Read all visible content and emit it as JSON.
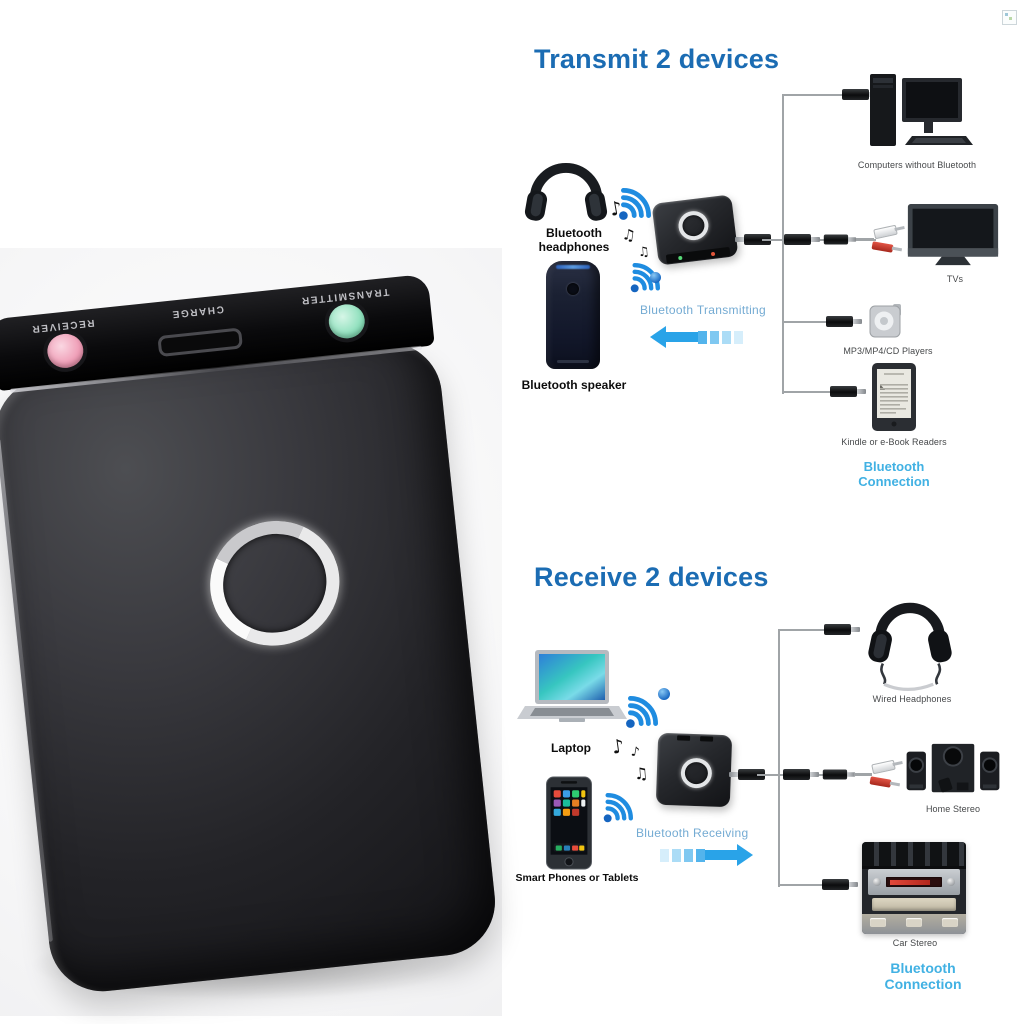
{
  "device": {
    "top_labels": {
      "receiver": "RECEIVER",
      "charge": "CHARGE",
      "transmitter": "TRANSMITTER"
    }
  },
  "transmit": {
    "title": "Transmit 2 devices",
    "sources": [
      {
        "label": "Bluetooth headphones",
        "icon": "headphones-icon"
      },
      {
        "label": "Bluetooth speaker",
        "icon": "speaker-icon"
      }
    ],
    "action_label": "Bluetooth Transmitting",
    "targets": [
      {
        "label": "Computers without Bluetooth",
        "icon": "desktop-computer-icon"
      },
      {
        "label": "TVs",
        "icon": "tv-icon"
      },
      {
        "label": "MP3/MP4/CD Players",
        "icon": "mp3-player-icon"
      },
      {
        "label": "Kindle or e-Book Readers",
        "icon": "ereader-icon"
      }
    ],
    "footer_label": "Bluetooth Connection"
  },
  "receive": {
    "title": "Receive 2 devices",
    "sources": [
      {
        "label": "Laptop",
        "icon": "laptop-icon"
      },
      {
        "label": "Smart Phones or Tablets",
        "icon": "smartphone-icon"
      }
    ],
    "action_label": "Bluetooth Receiving",
    "targets": [
      {
        "label": "Wired Headphones",
        "icon": "wired-headphones-icon"
      },
      {
        "label": "Home Stereo",
        "icon": "home-stereo-icon"
      },
      {
        "label": "Car Stereo",
        "icon": "car-stereo-icon"
      }
    ],
    "footer_label": "Bluetooth Connection"
  },
  "colors": {
    "title_blue": "#1b6cb3",
    "action_blue": "#74abd3",
    "footer_cyan": "#41b1e3",
    "arrow_cyan": "#29a3e8",
    "line_gray": "#a0a4a7",
    "receiver_led": "#ef9db6",
    "transmitter_led": "#8fe0bd"
  }
}
